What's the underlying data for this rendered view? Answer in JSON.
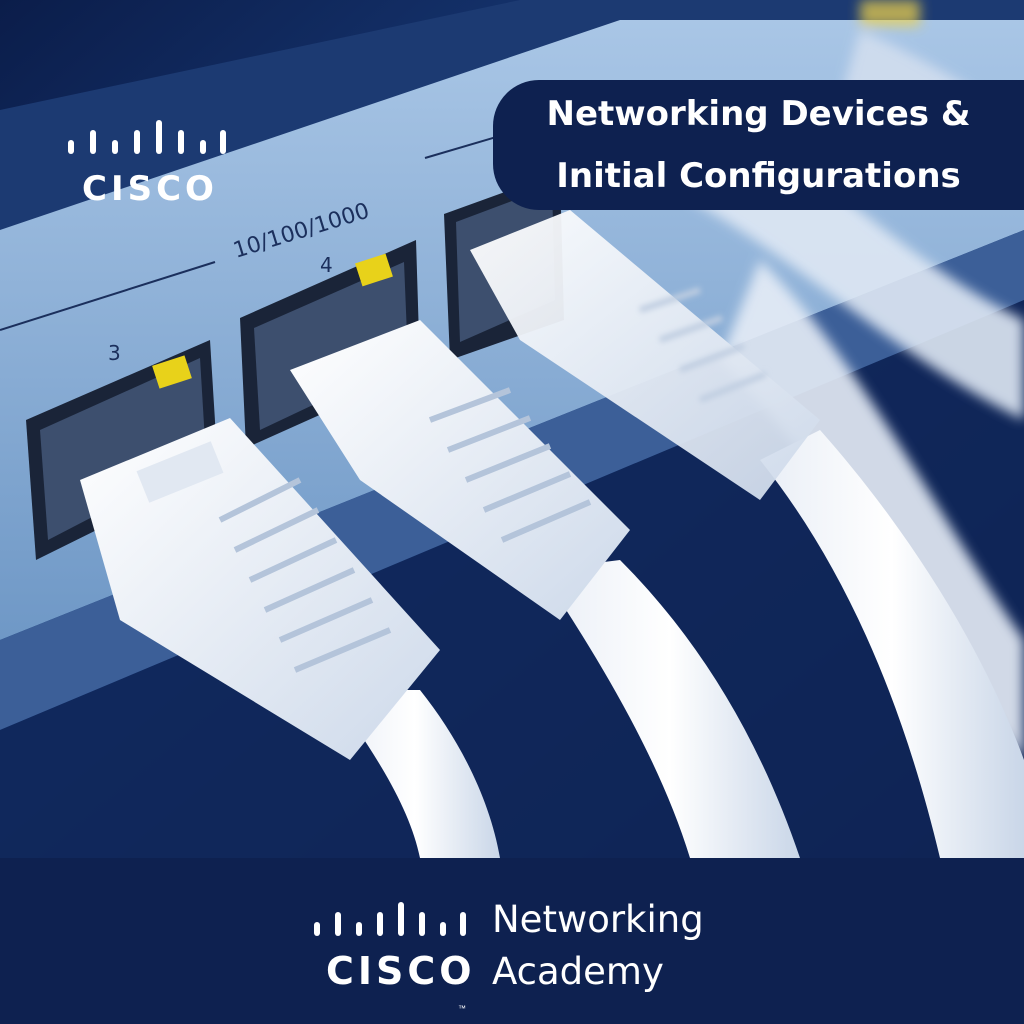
{
  "title": {
    "line1": "Networking Devices &",
    "line2": "Initial Configurations"
  },
  "top_logo": {
    "wordmark": "CISCO",
    "icon": "cisco-bridge-logo-icon"
  },
  "switch_labels": {
    "speed": "10/100/1000",
    "port3": "3",
    "port4": "4"
  },
  "footer": {
    "wordmark": "CISCO",
    "trademark": "™",
    "product_line1": "Networking",
    "product_line2": "Academy",
    "icon": "cisco-bridge-logo-icon"
  },
  "colors": {
    "navy": "#0e2150",
    "white": "#ffffff",
    "switch_blue": "#8fb6dd",
    "led_yellow": "#e8d21a"
  }
}
